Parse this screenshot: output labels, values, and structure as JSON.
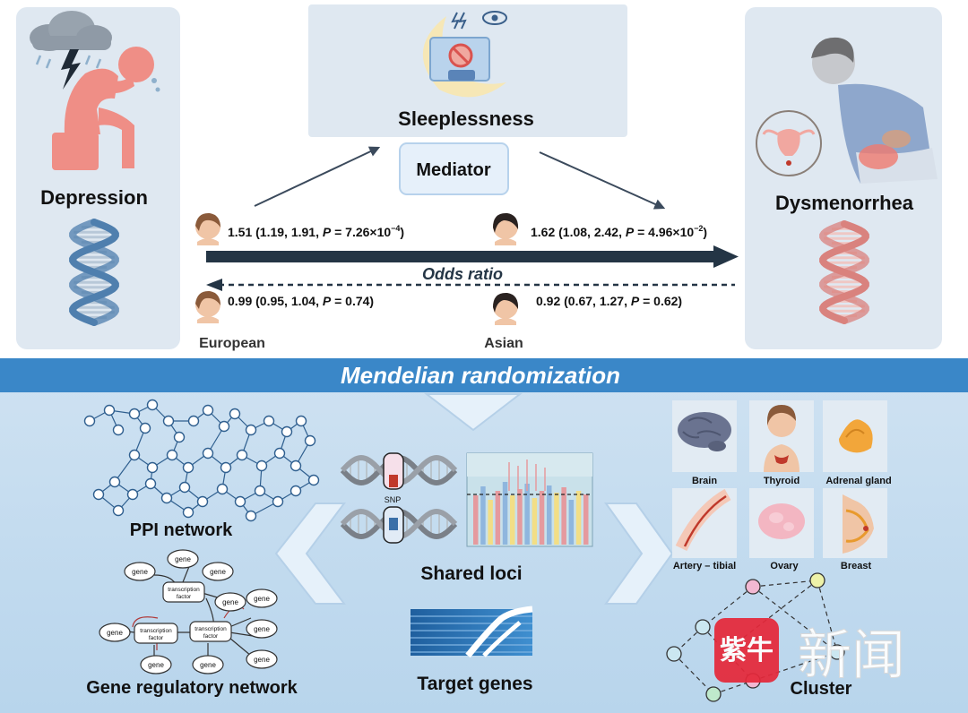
{
  "exposure": {
    "label": "Depression"
  },
  "outcome": {
    "label": "Dysmenorrhea"
  },
  "mediator_box": {
    "label": "Sleeplessness",
    "tag": "Mediator"
  },
  "estimates": {
    "european_forward": {
      "text": "1.51 (1.19, 1.91, ",
      "p_label": "P",
      "p_value": " = 7.26×10",
      "p_exp": "−4",
      "close": ")"
    },
    "asian_forward": {
      "text": "1.62 (1.08, 2.42, ",
      "p_label": "P",
      "p_value": " = 4.96×10",
      "p_exp": "−2",
      "close": ")"
    },
    "european_reverse": {
      "text": "0.99 (0.95, 1.04, ",
      "p_label": "P",
      "p_value": " = 0.74)"
    },
    "asian_reverse": {
      "text": "0.92 (0.67, 1.27, ",
      "p_label": "P",
      "p_value": " = 0.62)"
    }
  },
  "arrow_label": "Odds ratio",
  "populations": [
    "European",
    "Asian"
  ],
  "method_banner": "Mendelian randomization",
  "panels": {
    "ppi": "PPI network",
    "grn": "Gene regulatory network",
    "grn_nodes": {
      "gene": "gene",
      "tf_line1": "transcription",
      "tf_line2": "factor"
    },
    "snp": "SNP",
    "shared_loci": "Shared loci",
    "target_genes": "Target genes",
    "cluster": "Cluster"
  },
  "tissues": [
    "Brain",
    "Thyroid",
    "Adrenal gland",
    "Artery – tibial",
    "Ovary",
    "Breast"
  ],
  "watermark": {
    "logo_text": "紫牛",
    "word": "新闻"
  },
  "colors": {
    "panel_bg": "#dfe8f1",
    "banner": "#3a87c8",
    "lower_bg": "#c4dcef",
    "arrow": "#243545",
    "depression_figure": "#ef8e86",
    "dna_blue": "#4f7fae",
    "dna_red": "#d9827e",
    "watermark_red": "#e5283a"
  }
}
